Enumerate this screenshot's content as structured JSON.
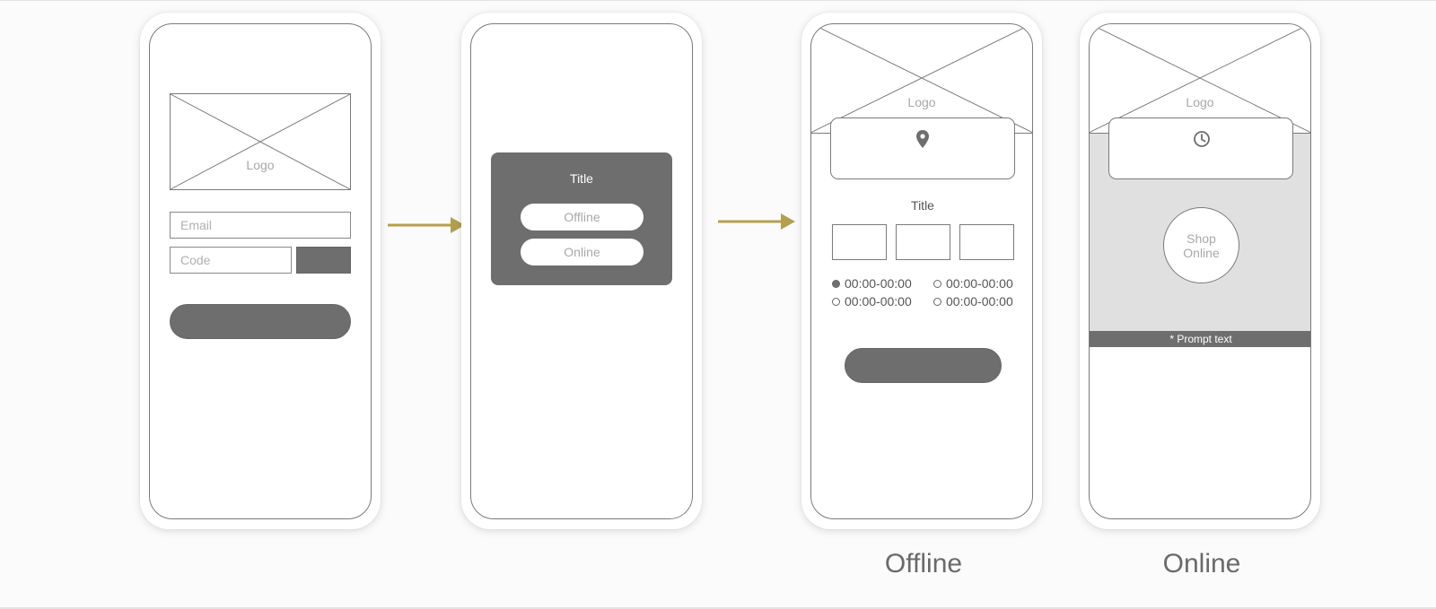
{
  "colors": {
    "accent_arrow": "#b3a04f",
    "wire_dark": "#6e6e6e",
    "wire_line": "#7a7a7a",
    "band_gray": "#e0e0e0"
  },
  "screen_login": {
    "logo_label": "Logo",
    "email_placeholder": "Email",
    "code_placeholder": "Code"
  },
  "screen_mode_select": {
    "title": "Title",
    "options": [
      "Offline",
      "Online"
    ]
  },
  "screen_offline": {
    "logo_label": "Logo",
    "card_icon": "location-pin-icon",
    "title": "Title",
    "time_slots": [
      {
        "label": "00:00-00:00",
        "selected": true
      },
      {
        "label": "00:00-00:00",
        "selected": false
      },
      {
        "label": "00:00-00:00",
        "selected": false
      },
      {
        "label": "00:00-00:00",
        "selected": false
      }
    ],
    "caption": "Offline"
  },
  "screen_online": {
    "logo_label": "Logo",
    "card_icon": "clock-icon",
    "shop_button": "Shop\nOnline",
    "prompt": "* Prompt text",
    "caption": "Online"
  }
}
